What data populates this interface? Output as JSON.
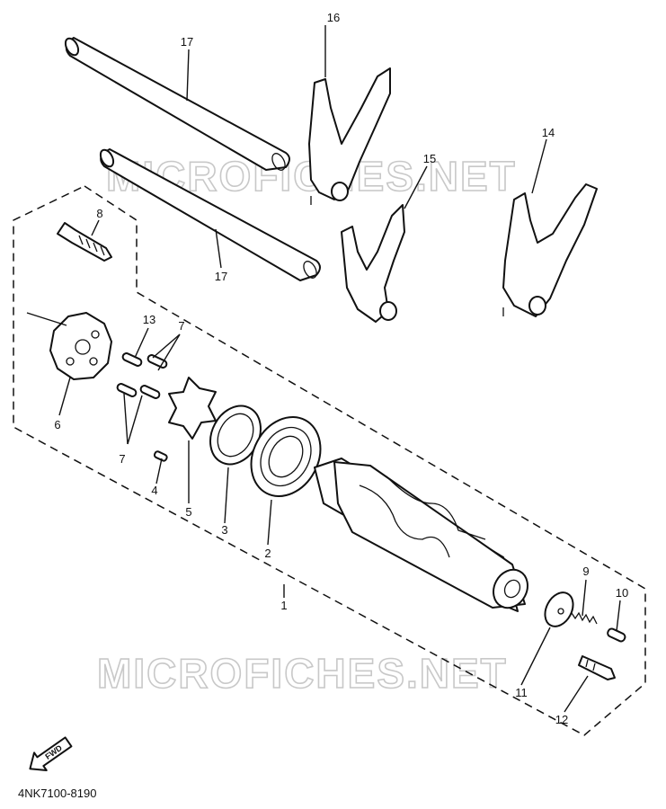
{
  "diagram": {
    "watermark": "MICROFICHES.NET",
    "catalog_code": "4NK7100-8190",
    "fwd_label": "FWD",
    "callouts": {
      "c1": "1",
      "c2": "2",
      "c3": "3",
      "c4": "4",
      "c5": "5",
      "c6": "6",
      "c7a": "7",
      "c7b": "7",
      "c8": "8",
      "c9": "9",
      "c10": "10",
      "c11": "11",
      "c12": "12",
      "c13": "13",
      "c14": "14",
      "c15": "15",
      "c16": "16",
      "c17a": "17",
      "c17b": "17"
    }
  }
}
